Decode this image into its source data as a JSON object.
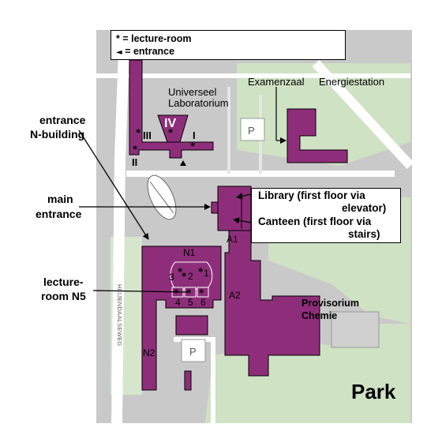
{
  "legend": {
    "lecture_room_symbol": "*",
    "lecture_room_label": "= lecture-room",
    "entrance_symbol": "◄",
    "entrance_label": "= entrance"
  },
  "labels": {
    "universeel_line1": "Universeel",
    "universeel_line2": "Laboratorium",
    "examenzaal": "Examenzaal",
    "energiestation": "Energiestation",
    "entrance_n_line1": "entrance",
    "entrance_n_line2": "N-building",
    "main_entrance_line1": "main",
    "main_entrance_line2": "entrance",
    "lecture_room_n5_line1": "lecture-",
    "lecture_room_n5_line2": "room N5",
    "library_line1": "Library (first floor via",
    "library_line2": "elevator)",
    "canteen_line1": "Canteen (first floor via",
    "canteen_line2": "stairs)",
    "provisorium_line1": "Provisorium",
    "provisorium_line2": "Chemie",
    "park": "Park",
    "street": "HEIJENDAALSEWEG",
    "parking_1": "P",
    "parking_2": "P"
  },
  "buildings": {
    "a1": "A1",
    "a2": "A2",
    "n1": "N1",
    "n2": "N2",
    "room_1": "1",
    "room_2": "2",
    "room_3": "3",
    "room_4": "4",
    "room_5": "5",
    "room_6": "6"
  },
  "wings": {
    "i": "I",
    "ii": "II",
    "iii": "III",
    "iv": "IV"
  },
  "colors": {
    "building": "#8e2e7a",
    "street": "#ffffff",
    "green": "#cfe2c4",
    "grey": "#c9c9c9"
  }
}
